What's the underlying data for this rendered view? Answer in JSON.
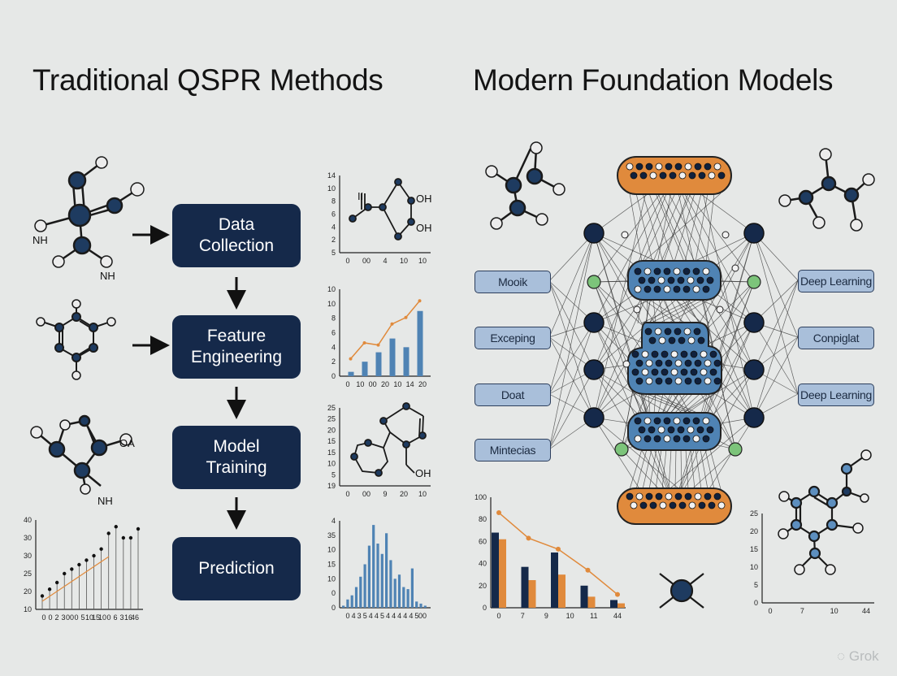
{
  "titles": {
    "left": "Traditional QSPR Methods",
    "right": "Modern Foundation Models"
  },
  "pipeline": {
    "step1": [
      "Data",
      "Collection"
    ],
    "step2": [
      "Feature",
      "Engineering"
    ],
    "step3": [
      "Model",
      "Training"
    ],
    "step4": "Prediction"
  },
  "molecule_labels": {
    "m1a": "NH",
    "m1b": "NH",
    "m3a": "OA",
    "m3b": "NH",
    "c1a": "OH",
    "c1b": "OH",
    "c1c": "II",
    "c3": "OH"
  },
  "model_tags": {
    "left": [
      "Mooik",
      "Exceping",
      "Doat",
      "Mintecias"
    ],
    "right": [
      "Deep Learning",
      "Conpiglat",
      "Deep Learning"
    ]
  },
  "watermark": "Grok",
  "colors": {
    "navy": "#15294a",
    "orange": "#e08a3c",
    "steel_blue": "#4f83b4",
    "green": "#7cc47a"
  },
  "chart_data": [
    {
      "type": "line",
      "yticks": [
        "14",
        "10",
        "8",
        "6",
        "4",
        "2",
        "5"
      ],
      "xticks": [
        "0",
        "00",
        "4",
        "10",
        "10"
      ]
    },
    {
      "type": "bar",
      "yticks": [
        "10",
        "10",
        "8",
        "6",
        "4",
        "2",
        "0"
      ],
      "xticks": [
        "0",
        "10",
        "00",
        "20",
        "10",
        "14",
        "20"
      ],
      "values": [
        0.6,
        2.0,
        3.3,
        5.2,
        4.0,
        9.0
      ],
      "line": [
        2.4,
        4.6,
        4.3,
        7.2,
        8.1,
        10.4
      ],
      "ylim": [
        0,
        12
      ]
    },
    {
      "type": "line",
      "yticks": [
        "25",
        "25",
        "20",
        "15",
        "15",
        "10",
        "5",
        "19"
      ],
      "xticks": [
        "0",
        "00",
        "9",
        "20",
        "10"
      ]
    },
    {
      "type": "bar",
      "yticks": [
        "4",
        "35",
        "10",
        "15",
        "10",
        "0",
        "0"
      ],
      "xticks": [
        "0",
        "4",
        "3",
        "5",
        "4",
        "4",
        "5",
        "4",
        "4",
        "4",
        "4",
        "4",
        "5",
        "00"
      ],
      "values": [
        1,
        4,
        6,
        10,
        15,
        21,
        30,
        40,
        31,
        26,
        36,
        23,
        14,
        16,
        10,
        9,
        19,
        3,
        2,
        1
      ],
      "ylim": [
        0,
        42
      ]
    },
    {
      "type": "scatter",
      "yticks": [
        "40",
        "30",
        "30",
        "25",
        "20",
        "10"
      ],
      "xticks": [
        "0",
        "0",
        "2",
        "3",
        "00",
        "0",
        "5",
        "10",
        "15",
        "10",
        "0",
        "6",
        "3",
        "16",
        "46"
      ],
      "values": [
        6,
        9,
        12,
        16,
        18,
        20,
        22,
        24,
        27,
        34,
        37,
        32,
        32,
        36
      ],
      "ylim": [
        0,
        40
      ]
    },
    {
      "type": "bar",
      "yticks": [
        "100",
        "80",
        "60",
        "40",
        "20",
        "0"
      ],
      "xticks": [
        "0",
        "7",
        "9",
        "10",
        "11",
        "44"
      ],
      "series": [
        {
          "name": "",
          "values": [
            68,
            37,
            50,
            20,
            7
          ]
        },
        {
          "name": "",
          "values": [
            62,
            25,
            30,
            10,
            4
          ]
        }
      ],
      "line": [
        86,
        63,
        53,
        34,
        12
      ],
      "ylim": [
        0,
        100
      ]
    },
    {
      "type": "line",
      "yticks": [
        "25",
        "20",
        "15",
        "10",
        "5",
        "0"
      ],
      "xticks": [
        "0",
        "7",
        "10",
        "44"
      ]
    }
  ]
}
